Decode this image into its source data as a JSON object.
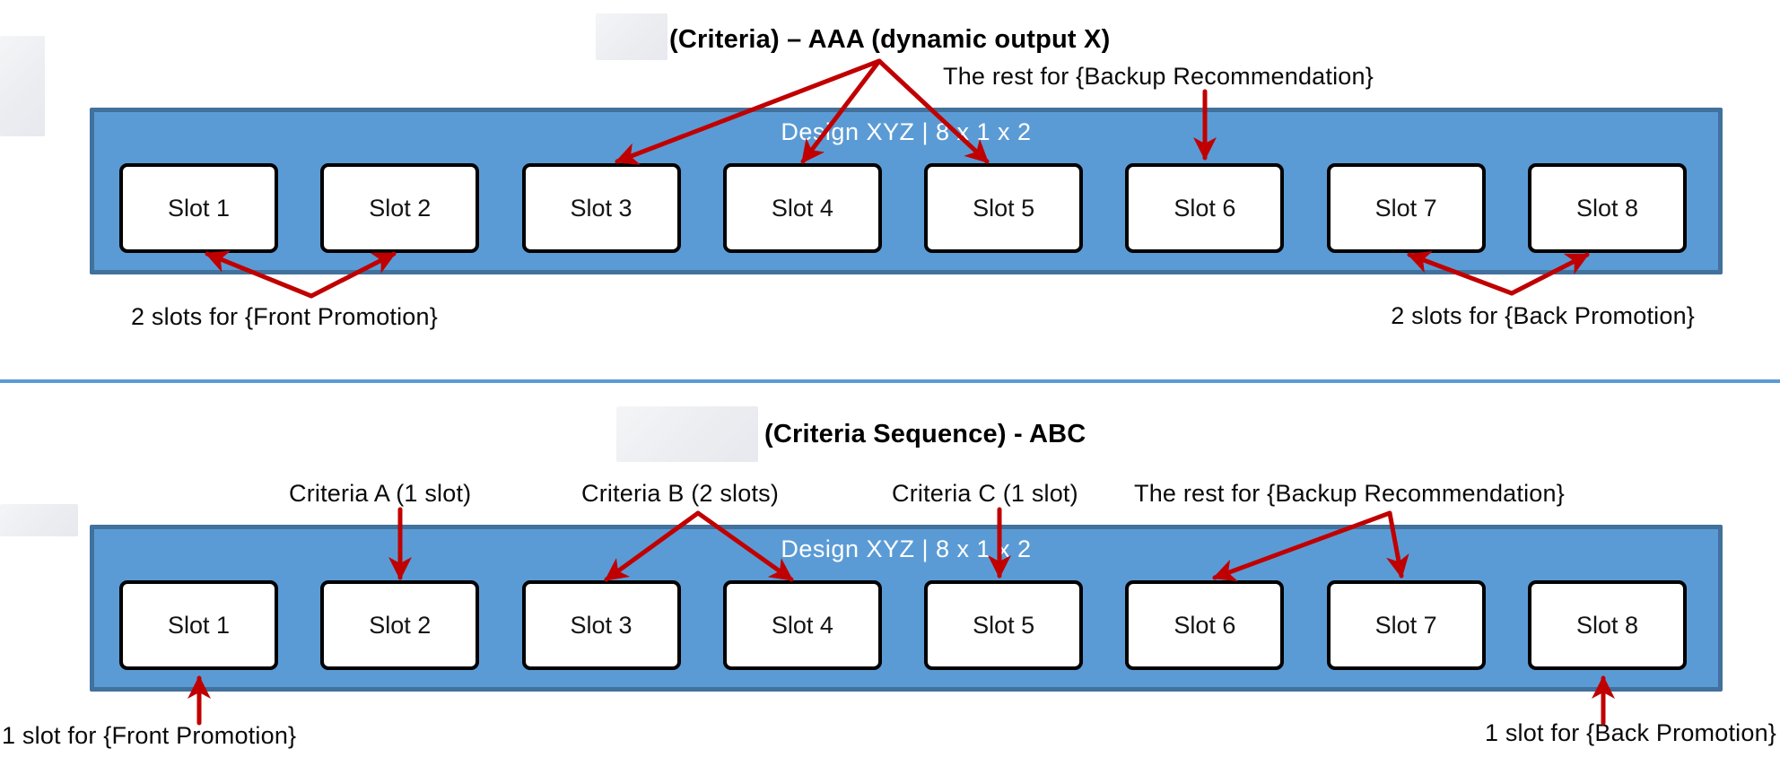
{
  "banner_label": "Design XYZ | 8 x 1 x 2",
  "slots": [
    "Slot 1",
    "Slot 2",
    "Slot 3",
    "Slot 4",
    "Slot 5",
    "Slot 6",
    "Slot 7",
    "Slot 8"
  ],
  "colors": {
    "banner_fill": "#5B9BD5",
    "banner_border": "#41719C",
    "arrow_red": "#C00000",
    "slot_border": "#000000",
    "divider": "#5B9BD5"
  },
  "diagram1": {
    "title": "(Criteria) – AAA (dynamic output X)",
    "backup_label": "The rest for {Backup Recommendation}",
    "front_label": "2 slots for {Front Promotion}",
    "back_label": "2 slots for {Back Promotion}",
    "connections": [
      {
        "from": "title",
        "to": [
          "Slot 3",
          "Slot 4",
          "Slot 5"
        ]
      },
      {
        "from": "backup_label",
        "to": [
          "Slot 6"
        ]
      },
      {
        "from": "front_label",
        "to": [
          "Slot 1",
          "Slot 2"
        ]
      },
      {
        "from": "back_label",
        "to": [
          "Slot 7",
          "Slot 8"
        ]
      }
    ]
  },
  "diagram2": {
    "title": "(Criteria Sequence) - ABC",
    "criteria_a_label": "Criteria A (1 slot)",
    "criteria_b_label": "Criteria B (2 slots)",
    "criteria_c_label": "Criteria C (1 slot)",
    "backup_label": "The rest for {Backup Recommendation}",
    "front_label": "1 slot for {Front Promotion}",
    "back_label": "1 slot for {Back Promotion}",
    "connections": [
      {
        "from": "criteria_a_label",
        "to": [
          "Slot 2"
        ]
      },
      {
        "from": "criteria_b_label",
        "to": [
          "Slot 3",
          "Slot 4"
        ]
      },
      {
        "from": "criteria_c_label",
        "to": [
          "Slot 5"
        ]
      },
      {
        "from": "backup_label",
        "to": [
          "Slot 6",
          "Slot 7"
        ]
      },
      {
        "from": "front_label",
        "to": [
          "Slot 1"
        ]
      },
      {
        "from": "back_label",
        "to": [
          "Slot 8"
        ]
      }
    ]
  }
}
